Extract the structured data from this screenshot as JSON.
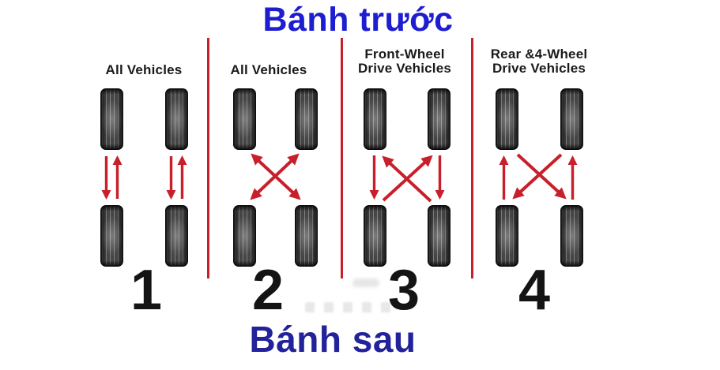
{
  "diagram": {
    "title_front": "Bánh trước",
    "title_rear": "Bánh sau"
  },
  "colors": {
    "front_title_blue": "#1d1dd2",
    "rear_title_navy": "#22229b",
    "arrow_divider_red": "#c8202a",
    "label_black": "#1a1a1a",
    "number_black": "#141414"
  },
  "panels": [
    {
      "number": "1",
      "label": "All Vehicles",
      "pattern": "front and rear tires swap straight on the same side (paired up/down arrows)"
    },
    {
      "number": "2",
      "label": "All Vehicles",
      "pattern": "diagonal X cross swap, both diagonals double-headed"
    },
    {
      "number": "3",
      "label": "Front-Wheel Drive Vehicles",
      "pattern": "front tires move straight back, rear tires cross diagonally to the front"
    },
    {
      "number": "4",
      "label": "Rear &4-Wheel Drive Vehicles",
      "pattern": "rear tires move straight forward, front tires cross diagonally to the rear"
    }
  ]
}
